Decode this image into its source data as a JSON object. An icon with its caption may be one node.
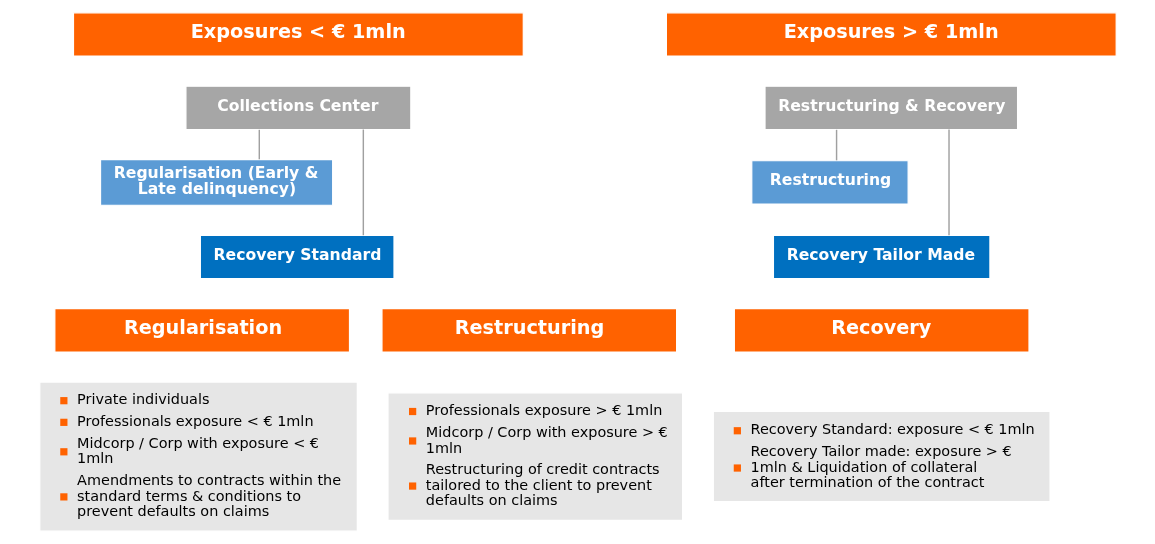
{
  "diagram": {
    "nodes": [
      {
        "text": [
          "Exposures < € 1mln"
        ]
      },
      {
        "text": [
          "Collections Center"
        ]
      },
      {
        "text": [
          "Regularisation (Early & Late delinquency)"
        ]
      },
      {
        "text": [
          "Recovery Standard"
        ]
      },
      {
        "text": [
          "Exposures > € 1mln"
        ]
      },
      {
        "text": [
          "Restructuring & Recovery"
        ]
      },
      {
        "text": [
          "Restructuring"
        ]
      },
      {
        "text": [
          "Recovery Tailor Made"
        ]
      },
      {
        "text": [
          "Regularisation"
        ]
      },
      {
        "text": [
          "Private individuals",
          "Professionals exposure < € 1mln",
          "Midcorp / Corp with exposure < € 1mln",
          "Amendments to contracts within the standard terms & conditions to prevent defaults on claims"
        ]
      },
      {
        "text": [
          "Restructuring"
        ]
      },
      {
        "text": [
          "Professionals exposure > € 1mln",
          "Midcorp / Corp with exposure > € 1mln",
          "Restructuring of credit contracts tailored to the client to prevent defaults on claims"
        ]
      },
      {
        "text": [
          "Recovery"
        ]
      },
      {
        "text": [
          "Recovery Standard: exposure < € 1mln",
          "Recovery Tailor made: exposure > € 1mln & Liquidation of collateral after termination of the contract"
        ]
      }
    ],
    "edges": [
      {
        "from": 1,
        "to": 2,
        "arrow": "none"
      },
      {
        "from": 1,
        "to": 3,
        "arrow": "none"
      },
      {
        "from": 5,
        "to": 6,
        "arrow": "none"
      },
      {
        "from": 5,
        "to": 7,
        "arrow": "none"
      }
    ]
  }
}
